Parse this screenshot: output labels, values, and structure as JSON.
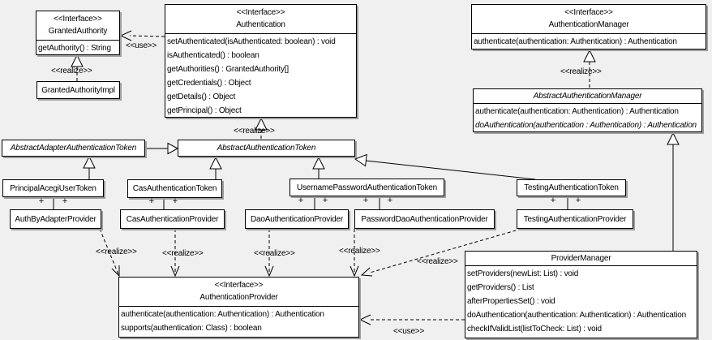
{
  "diagram": {
    "background_color": "#f0f0f0",
    "box_fill_color": "#ffffff",
    "line_color": "#000000",
    "shadow_color": "#9f9f9f",
    "labels": {
      "interface_stereotype": "<<Interface>>",
      "realize": "<<realize>>",
      "use": "<<use>>",
      "plus": "+"
    },
    "classes": {
      "granted_authority": {
        "stereotype": "<<Interface>>",
        "name": "GrantedAuthority",
        "methods": [
          "getAuthority() : String"
        ]
      },
      "granted_authority_impl": {
        "name": "GrantedAuthorityImpl"
      },
      "authentication": {
        "stereotype": "<<Interface>>",
        "name": "Authentication",
        "methods": [
          "setAuthenticated(isAuthenticated: boolean) : void",
          "isAuthenticated() : boolean",
          "getAuthorities() : GrantedAuthority[]",
          "getCredentials() : Object",
          "getDetails() : Object",
          "getPrincipal() : Object"
        ]
      },
      "authentication_manager": {
        "stereotype": "<<Interface>>",
        "name": "AuthenticationManager",
        "methods": [
          "authenticate(authentication: Authentication) : Authentication"
        ]
      },
      "abstract_authentication_manager": {
        "name": "AbstractAuthenticationManager",
        "methods": [
          "authenticate(authentication: Authentication) : Authentication",
          "doAuthentication(authentication : Authentication) : Authentication"
        ]
      },
      "abstract_adapter_authentication_token": {
        "name": "AbstractAdapterAuthenticationToken"
      },
      "abstract_authentication_token": {
        "name": "AbstractAuthenticationToken"
      },
      "principal_acegi_user_token": {
        "name": "PrincipalAcegiUserToken"
      },
      "cas_authentication_token": {
        "name": "CasAuthenticationToken"
      },
      "username_password_authentication_token": {
        "name": "UsernamePasswordAuthenticationToken"
      },
      "testing_authentication_token": {
        "name": "TestingAuthenticationToken"
      },
      "auth_by_adapter_provider": {
        "name": "AuthByAdapterProvider"
      },
      "cas_authentication_provider": {
        "name": "CasAuthenticationProvider"
      },
      "dao_authentication_provider": {
        "name": "DaoAuthenticationProvider"
      },
      "password_dao_authentication_provider": {
        "name": "PasswordDaoAuthenticationProvider"
      },
      "testing_authentication_provider": {
        "name": "TestingAuthenticationProvider"
      },
      "authentication_provider": {
        "stereotype": "<<Interface>>",
        "name": "AuthenticationProvider",
        "methods": [
          "authenticate(authentication: Authentication) : Authentication",
          "supports(authentication: Class) : boolean"
        ]
      },
      "provider_manager": {
        "name": "ProviderManager",
        "methods": [
          "setProviders(newList: List) : void",
          "getProviders() : List",
          "afterPropertiesSet() : void",
          "doAuthentication(authentication: Authentication) : Authentication",
          "checkIfValidList(listToCheck: List) : void"
        ]
      }
    }
  }
}
